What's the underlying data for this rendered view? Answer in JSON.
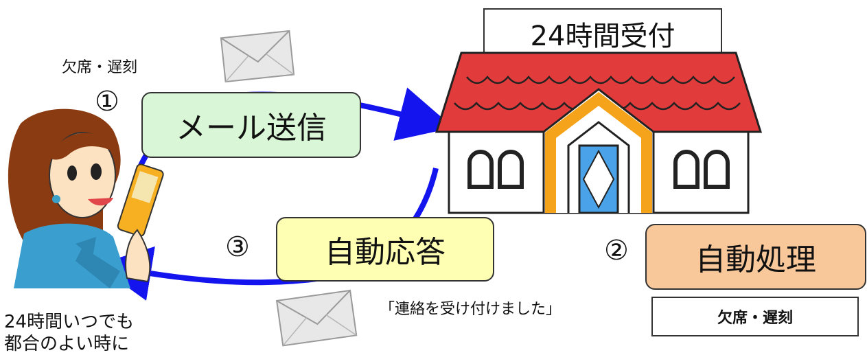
{
  "top_left_note": "欠席・遅刻",
  "step1": {
    "number": "①",
    "label": "メール送信"
  },
  "step2": {
    "number": "②",
    "label": "自動処理"
  },
  "step3": {
    "number": "③",
    "label": "自動応答"
  },
  "reception_sign": "24時間受付",
  "auto_reply_message": "「連絡を受け付けました」",
  "bottom_right_box": "欠席・遅刻",
  "bottom_left_caption": {
    "line1": "24時間いつでも",
    "line2": "都合のよい時に"
  },
  "colors": {
    "mail_box": "#d9f7d6",
    "reply_box": "#ffffb3",
    "process_box": "#f8c89a",
    "arrow": "#1414ee",
    "roof": "#e23b3b",
    "arch": "#f5a31b",
    "door": "#4aa3e8"
  },
  "icons": [
    "envelope-icon",
    "woman-with-phone-icon",
    "house-icon"
  ]
}
